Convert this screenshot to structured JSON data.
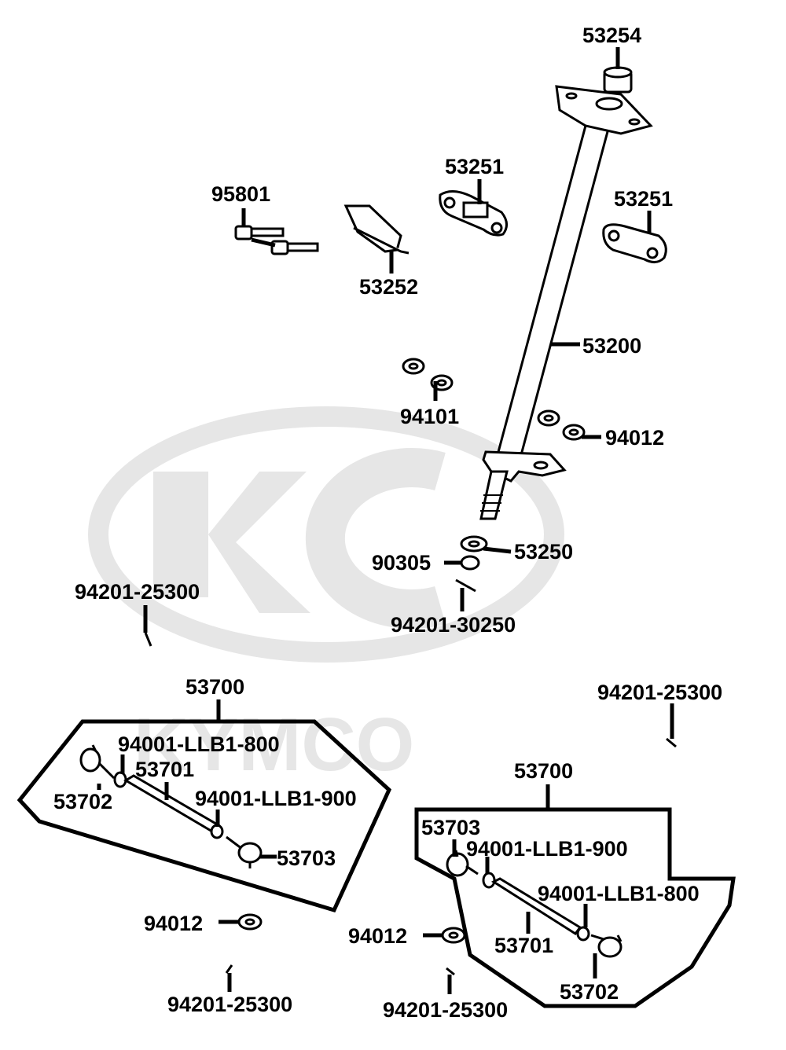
{
  "watermark": {
    "logo_letters": "KC",
    "brand": "KYMCO",
    "color": "#e6e6e6"
  },
  "colors": {
    "ink": "#000000",
    "paper": "#ffffff",
    "shade": "#d9d9d9"
  },
  "labels": {
    "p53254": "53254",
    "p53251_left": "53251",
    "p53251_right": "53251",
    "p95801": "95801",
    "p53252": "53252",
    "p53200": "53200",
    "p94101": "94101",
    "p94012_top": "94012",
    "p53250": "53250",
    "p90305": "90305",
    "p94201_30250": "94201-30250",
    "p94201_25300_left": "94201-25300",
    "p94201_25300_right": "94201-25300",
    "p53700_left": "53700",
    "p94001_800_left": "94001-LLB1-800",
    "p53701_left": "53701",
    "p94001_900_left": "94001-LLB1-900",
    "p53702_left": "53702",
    "p53703_left": "53703",
    "p94012_bl": "94012",
    "p94201_25300_bl": "94201-25300",
    "p53700_right": "53700",
    "p53703_right": "53703",
    "p94001_900_right": "94001-LLB1-900",
    "p94001_800_right": "94001-LLB1-800",
    "p94012_br": "94012",
    "p53701_right": "53701",
    "p53702_right": "53702",
    "p94201_25300_br": "94201-25300"
  }
}
